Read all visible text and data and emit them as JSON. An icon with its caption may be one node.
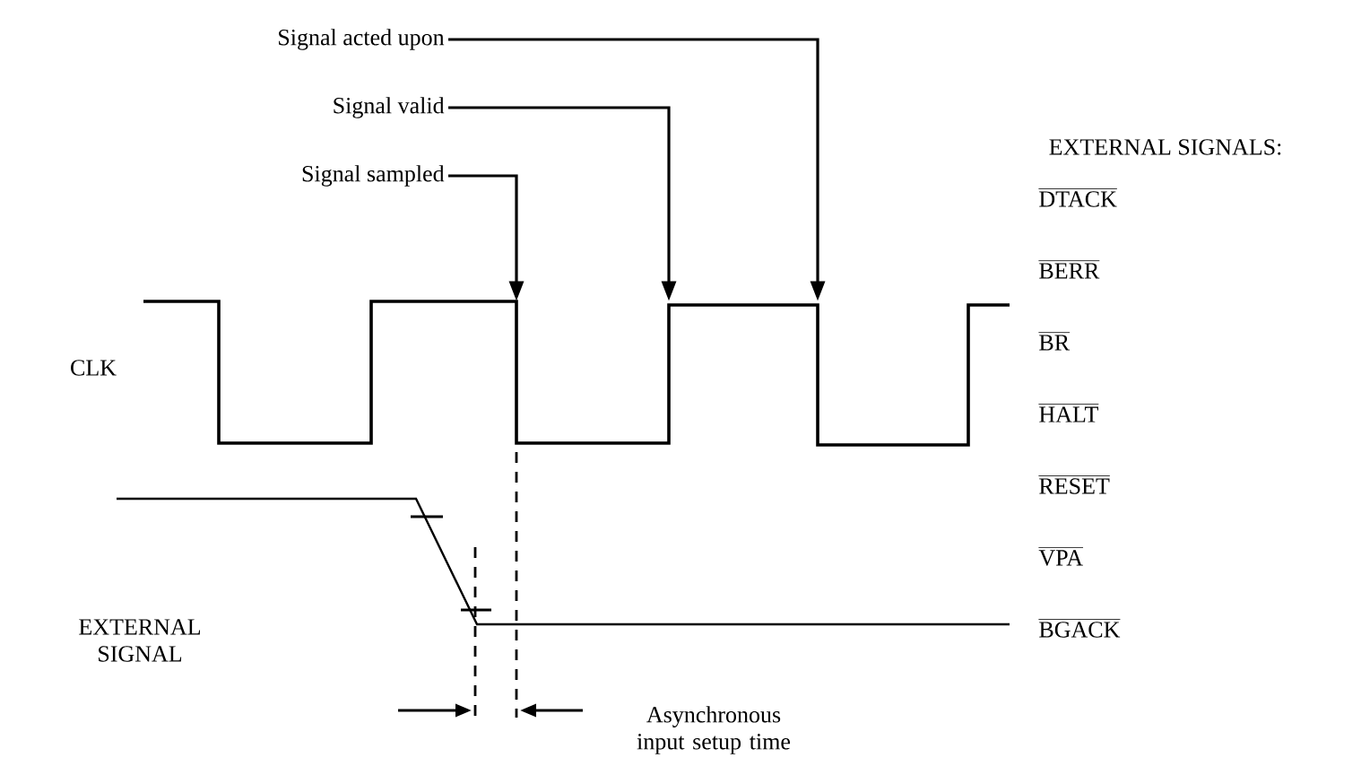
{
  "diagram": {
    "nodes": [
      {
        "text": [
          "Signal acted upon"
        ]
      },
      {
        "text": [
          "Signal valid"
        ]
      },
      {
        "text": [
          "Signal sampled"
        ]
      },
      {
        "text": [],
        "shape": "waveform"
      }
    ],
    "edges": [
      {
        "from": 0,
        "to": 3,
        "arrow": "to"
      },
      {
        "from": 1,
        "to": 3,
        "arrow": "to"
      },
      {
        "from": 2,
        "to": 3,
        "arrow": "to"
      }
    ],
    "labels": [
      "CLK",
      "EXTERNAL SIGNAL",
      "EXTERNAL SIGNALS:",
      "DTACK",
      "BERR",
      "BR",
      "HALT",
      "RESET",
      "VPA",
      "BGACK",
      "Asynchronous input setup time"
    ]
  }
}
